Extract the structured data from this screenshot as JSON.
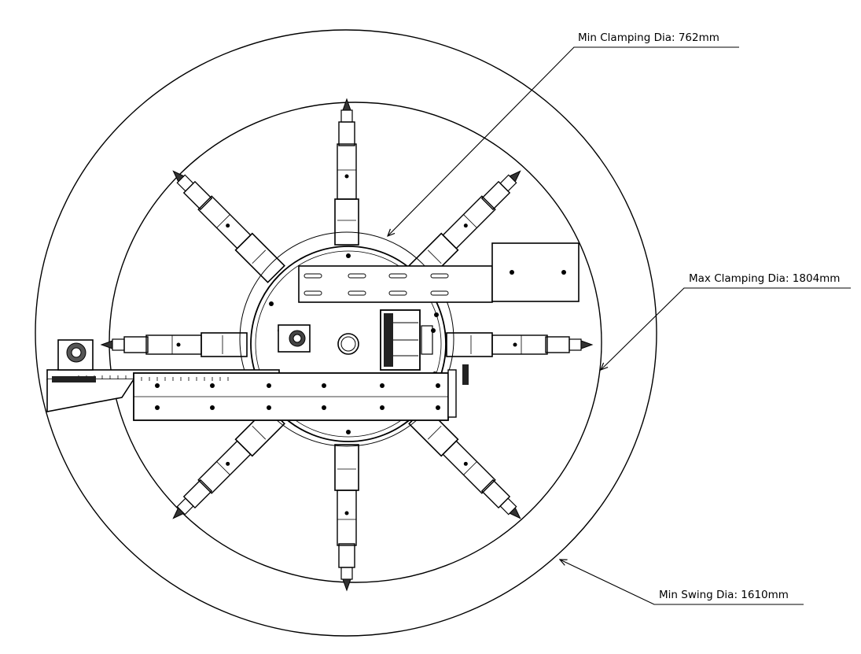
{
  "annotations": {
    "min_clamping": "Min Clamping Dia: 762mm",
    "max_clamping": "Max Clamping Dia: 1804mm",
    "min_swing": "Min Swing Dia: 1610mm"
  }
}
